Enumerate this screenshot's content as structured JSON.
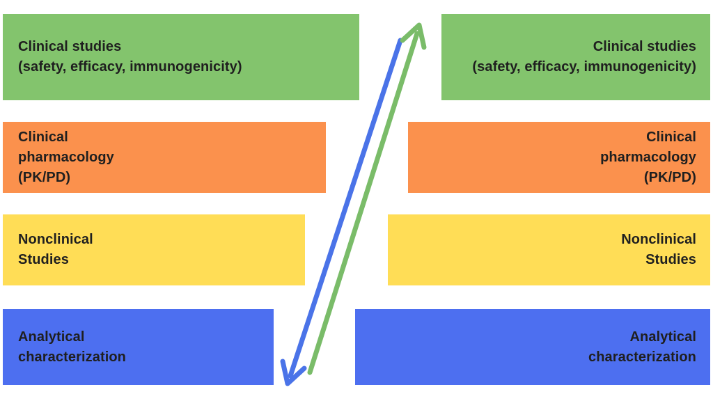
{
  "text_color": "#1f1f1f",
  "background": "#ffffff",
  "columns": {
    "left": {
      "align": "left",
      "blocks": [
        {
          "name": "clinical-studies",
          "color": "#83c46d",
          "lines": [
            "Clinical studies",
            "(safety, efficacy, immunogenicity)"
          ]
        },
        {
          "name": "clinical-pharmacology",
          "color": "#fb914d",
          "lines": [
            "Clinical",
            "pharmacology",
            "(PK/PD)"
          ]
        },
        {
          "name": "nonclinical-studies",
          "color": "#ffdd56",
          "lines": [
            "Nonclinical",
            "Studies"
          ]
        },
        {
          "name": "analytical-characterization",
          "color": "#4d6ff0",
          "lines": [
            "Analytical",
            "characterization"
          ]
        }
      ]
    },
    "right": {
      "align": "right",
      "blocks": [
        {
          "name": "clinical-studies",
          "color": "#83c46d",
          "lines": [
            "Clinical studies",
            "(safety, efficacy, immunogenicity)"
          ]
        },
        {
          "name": "clinical-pharmacology",
          "color": "#fb914d",
          "lines": [
            "Clinical",
            "pharmacology",
            "(PK/PD)"
          ]
        },
        {
          "name": "nonclinical-studies",
          "color": "#ffdd56",
          "lines": [
            "Nonclinical",
            "Studies"
          ]
        },
        {
          "name": "analytical-characterization",
          "color": "#4d6ff0",
          "lines": [
            "Analytical",
            "characterization"
          ]
        }
      ]
    }
  },
  "arrows": [
    {
      "name": "blue-down-arrow",
      "color": "#4a73e8",
      "direction": "down-left"
    },
    {
      "name": "green-up-arrow",
      "color": "#7abc69",
      "direction": "up-right"
    }
  ]
}
